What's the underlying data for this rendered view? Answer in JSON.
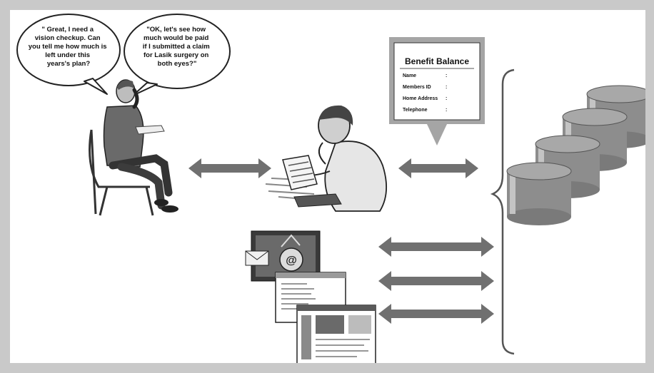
{
  "bubbles": {
    "left": [
      "\" Great, I need a",
      "vision checkup. Can",
      "you tell me how much is",
      "left under this",
      "years's plan?"
    ],
    "right": [
      "\"OK, let's see how",
      "much would be paid",
      "if I submitted a claim",
      "for Lasik surgery on",
      "both eyes?\""
    ]
  },
  "benefit_card": {
    "title": "Benefit Balance",
    "fields": [
      {
        "label": "Name",
        "sep": ":"
      },
      {
        "label": "Members ID",
        "sep": ":"
      },
      {
        "label": "Home Address",
        "sep": ":"
      },
      {
        "label": "Telephone",
        "sep": ":"
      }
    ]
  },
  "colors": {
    "arrow": "#707070",
    "frame": "#c9c9c9",
    "cylinder_body": "#8d8d8d",
    "cylinder_top": "#a8a8a8"
  },
  "icons": {
    "caller": "person-on-phone-icon",
    "agent": "agent-at-desk-icon",
    "email_window": "email-window-icon",
    "document_window": "document-window-icon",
    "web_window": "web-page-window-icon",
    "databases": "database-cylinder-icon"
  }
}
